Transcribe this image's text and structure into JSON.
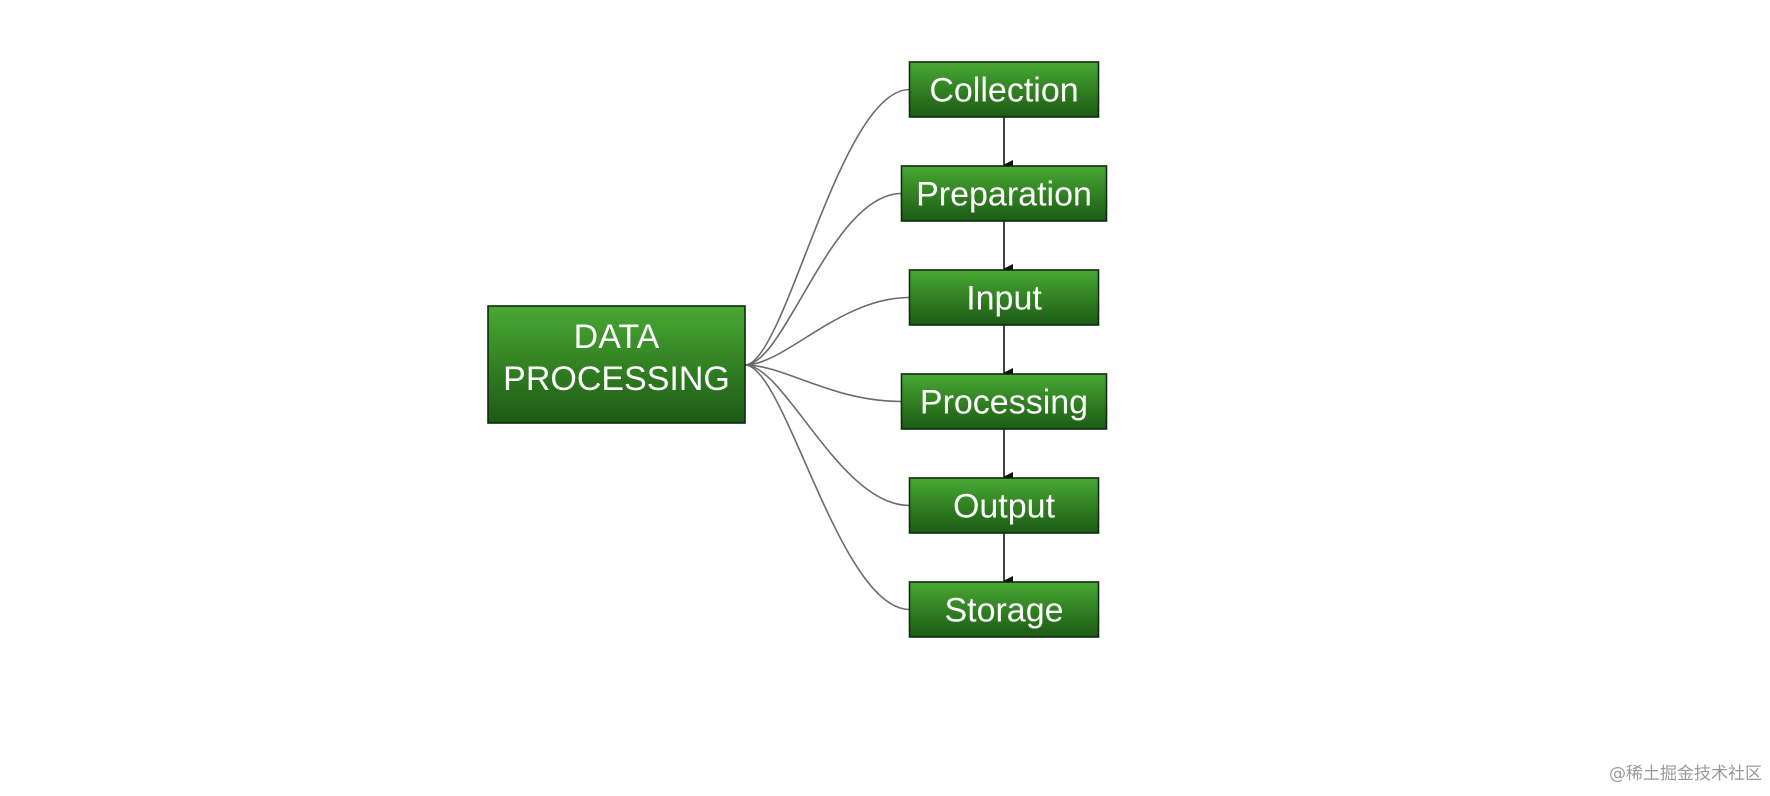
{
  "root": {
    "lines": [
      "DATA",
      "PROCESSING"
    ]
  },
  "steps": [
    {
      "label": "Collection"
    },
    {
      "label": "Preparation"
    },
    {
      "label": "Input"
    },
    {
      "label": "Processing"
    },
    {
      "label": "Output"
    },
    {
      "label": "Storage"
    }
  ],
  "watermark": "@稀土掘金技术社区",
  "colors": {
    "box_top": "#49a933",
    "box_bottom": "#1c5a14",
    "box_border": "#0f2a0f",
    "branch_line": "#6b6b6b",
    "arrow": "#111111"
  }
}
